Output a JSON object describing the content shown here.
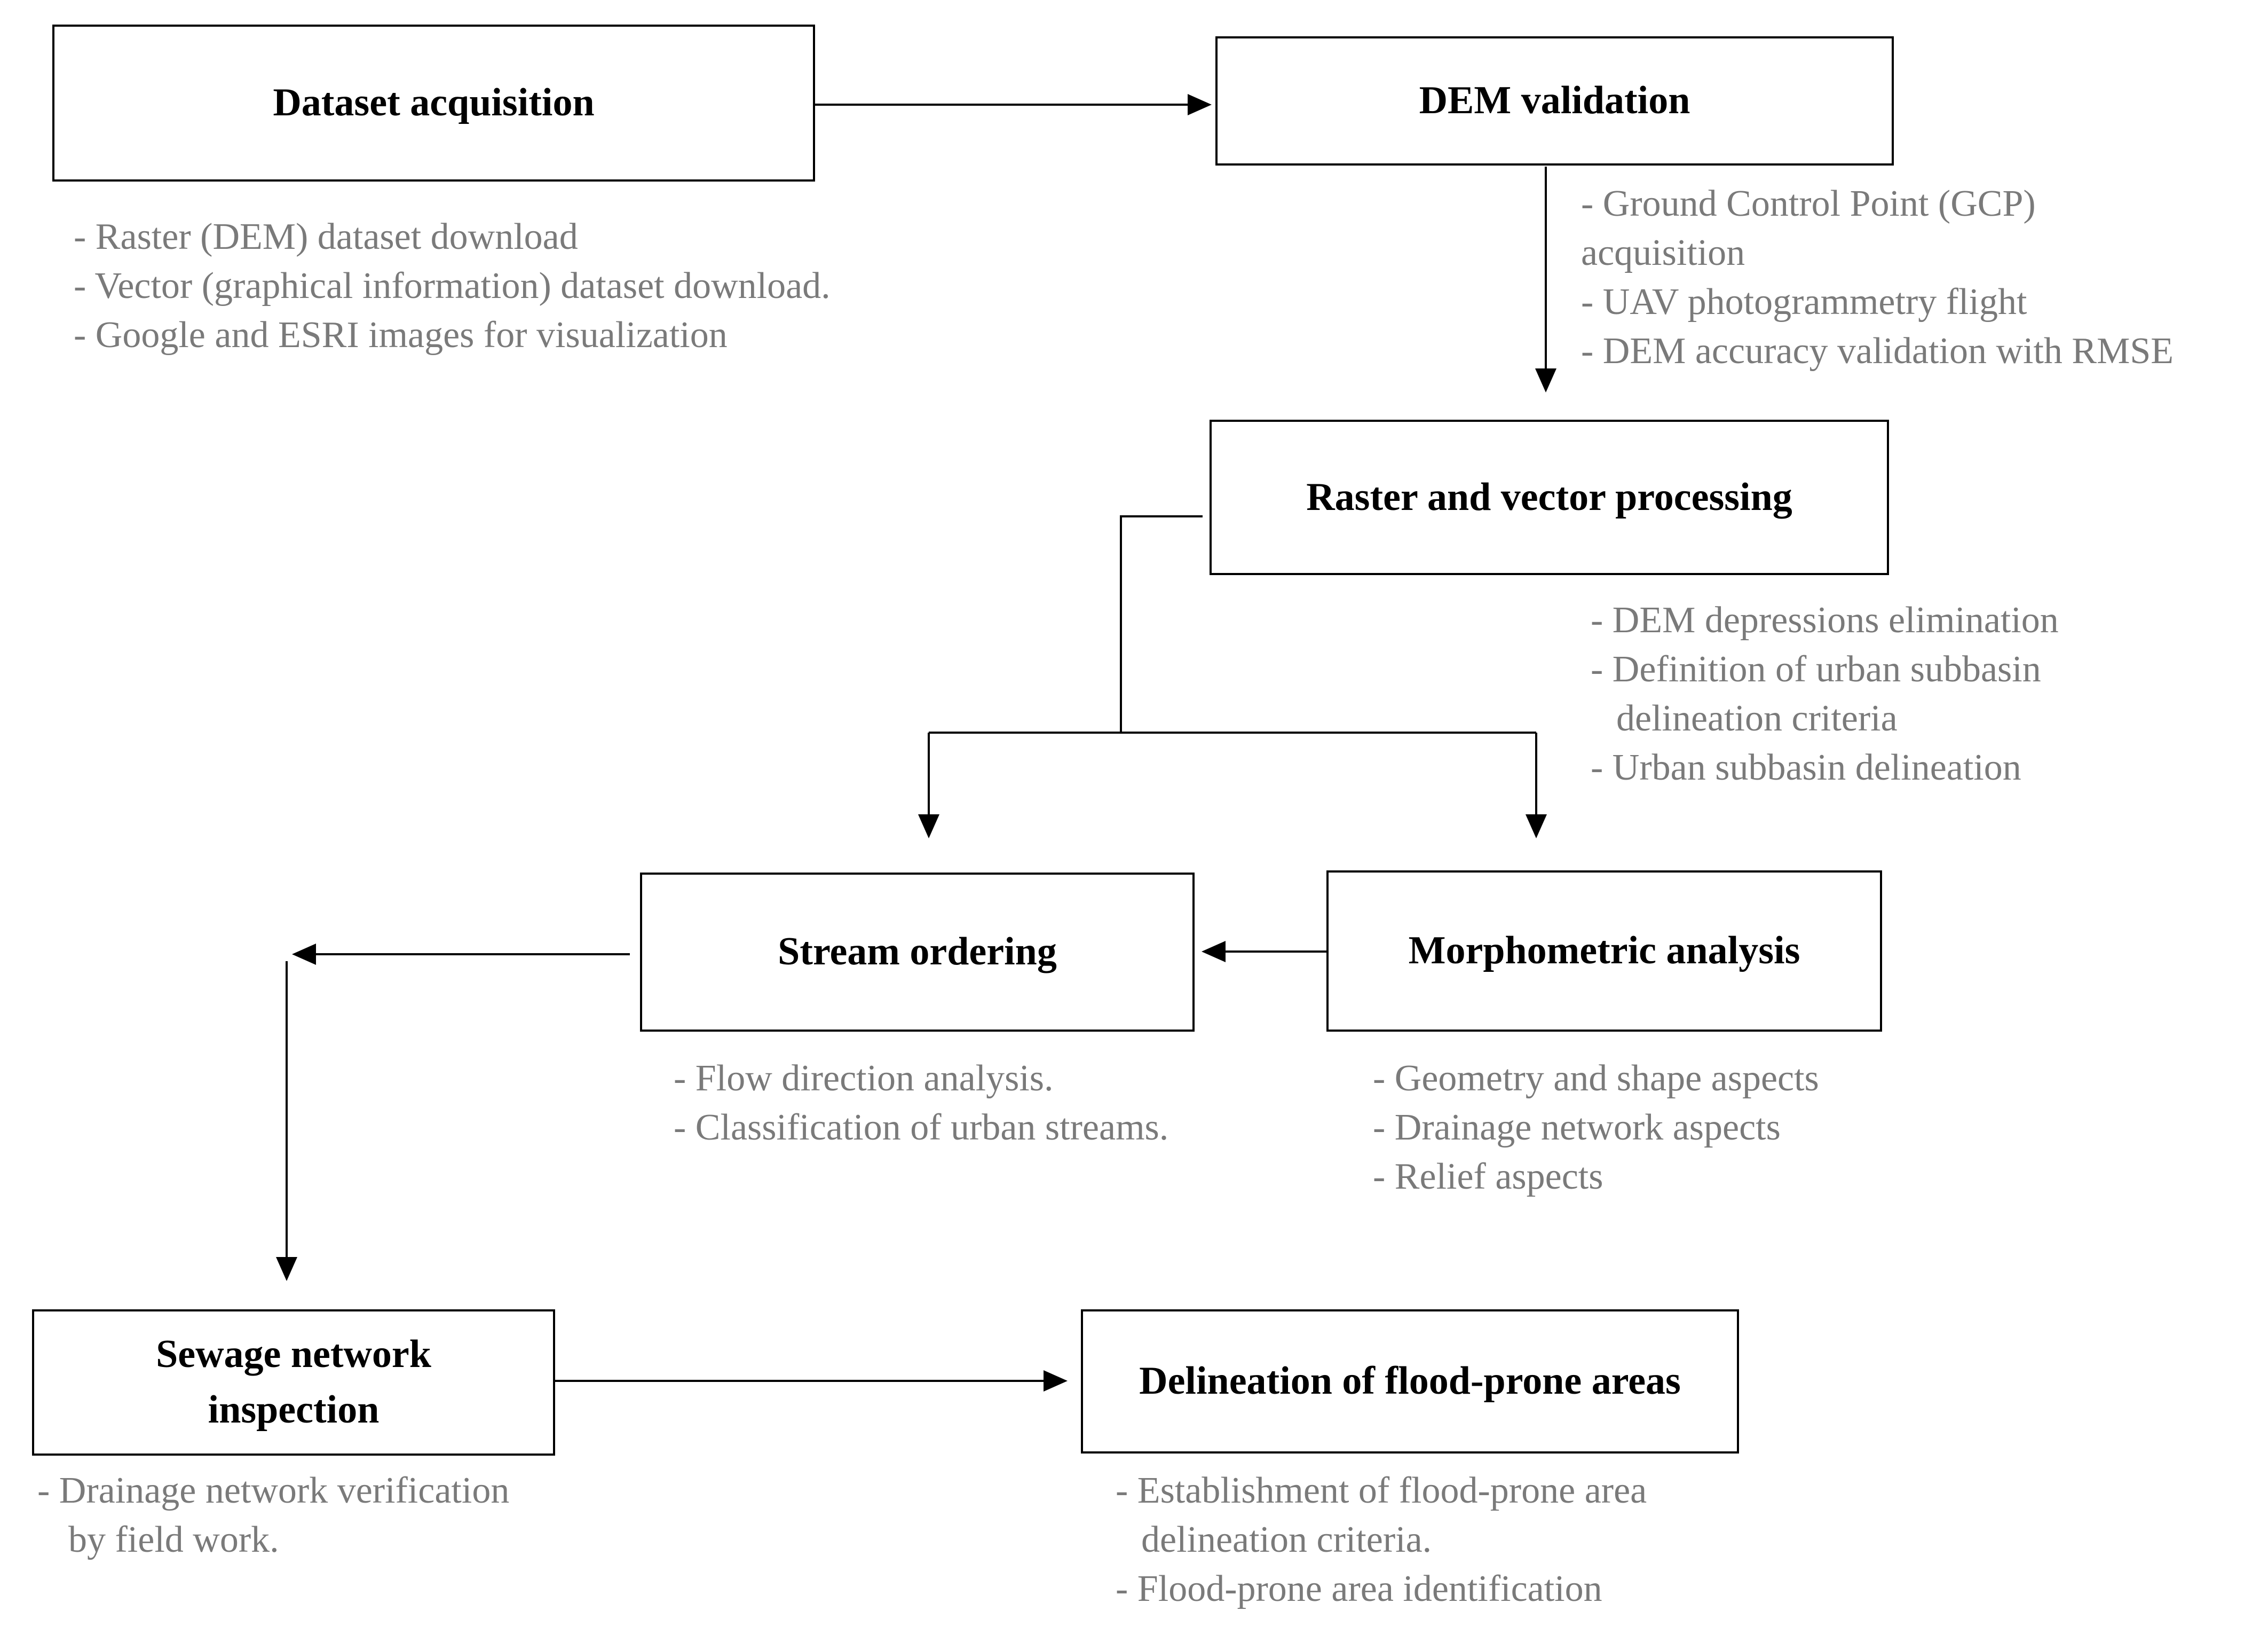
{
  "colors": {
    "box_border": "#000000",
    "box_text": "#000000",
    "note_text": "#7a7a7a",
    "arrow": "#000000",
    "background": "#ffffff"
  },
  "steps": {
    "dataset_acquisition": {
      "title": "Dataset acquisition",
      "notes": [
        "- Raster (DEM) dataset download",
        "- Vector (graphical information) dataset  download.",
        "- Google and ESRI images for visualization"
      ]
    },
    "dem_validation": {
      "title": "DEM validation",
      "notes": [
        "- Ground Control Point (GCP)",
        "acquisition",
        "- UAV photogrammetry flight",
        "- DEM accuracy validation with RMSE"
      ]
    },
    "raster_vector": {
      "title": "Raster and vector processing",
      "notes": [
        "- DEM depressions elimination",
        "- Definition of urban subbasin",
        "delineation  criteria",
        "- Urban subbasin delineation"
      ]
    },
    "stream_ordering": {
      "title": "Stream ordering",
      "notes": [
        "- Flow direction analysis.",
        "- Classification of urban streams."
      ]
    },
    "morphometric": {
      "title": "Morphometric analysis",
      "notes": [
        "- Geometry and shape aspects",
        "- Drainage network aspects",
        "- Relief aspects"
      ]
    },
    "sewage": {
      "title_line1": "Sewage network",
      "title_line2": "inspection",
      "notes": [
        "- Drainage network verification",
        "by field work."
      ]
    },
    "flood": {
      "title": "Delineation of flood-prone areas",
      "notes": [
        "- Establishment of flood-prone area",
        "delineation criteria.",
        "- Flood-prone area identification"
      ]
    }
  }
}
